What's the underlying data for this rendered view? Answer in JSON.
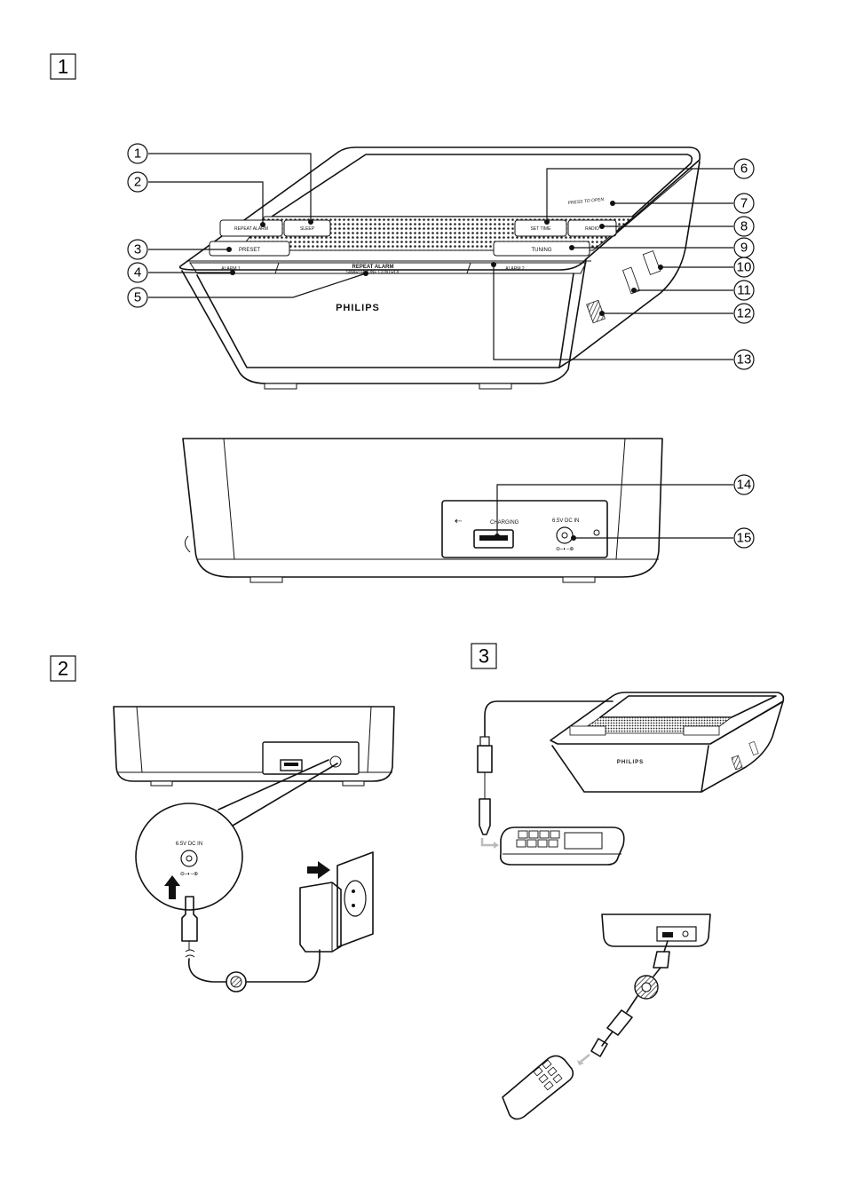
{
  "sections": [
    {
      "id": "1"
    },
    {
      "id": "2"
    },
    {
      "id": "3"
    }
  ],
  "callouts": [
    "1",
    "2",
    "3",
    "4",
    "5",
    "6",
    "7",
    "8",
    "9",
    "10",
    "11",
    "12",
    "13",
    "14",
    "15"
  ],
  "device": {
    "brand": "PHILIPS",
    "buttons": {
      "repeat_alarm": "REPEAT ALARM",
      "repeat_alarm_sub": "SMARTPHONE CONTROL",
      "alarm1": "ALARM 1",
      "alarm2": "ALARM 2",
      "preset": "PRESET",
      "tuning": "TUNING",
      "press_to_open": "PRESS TO OPEN",
      "set_time": "SET TIME",
      "radio": "RADIO",
      "sleep": "SLEEP"
    },
    "rear": {
      "charging": "CHARGING",
      "dc_in": "6.5V DC IN"
    }
  },
  "colors": {
    "line": "#111111",
    "background": "#ffffff",
    "arrow_gray": "#bbbbbb"
  }
}
